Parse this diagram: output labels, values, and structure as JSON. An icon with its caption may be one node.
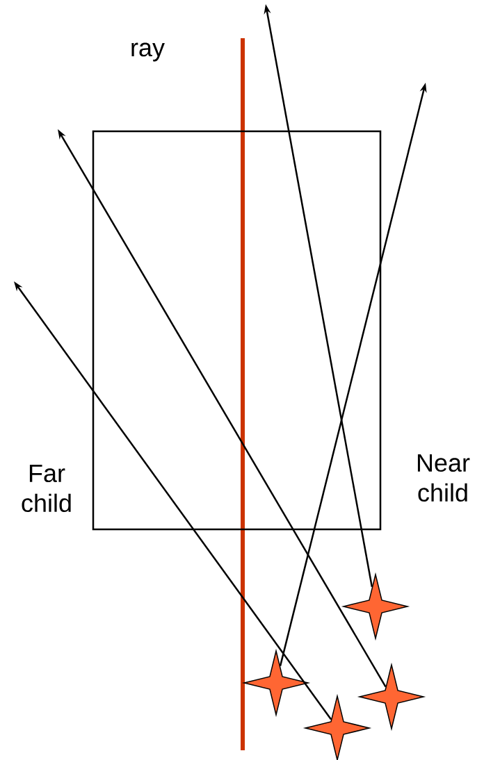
{
  "diagram": {
    "nodes": [
      {
        "text": [],
        "shape": "box"
      },
      {
        "text": [],
        "shape": "star"
      },
      {
        "text": [],
        "shape": "star"
      },
      {
        "text": [],
        "shape": "star"
      },
      {
        "text": [],
        "shape": "star"
      }
    ],
    "edges": [
      {
        "from": 1,
        "to": null,
        "arrow": "to"
      },
      {
        "from": 2,
        "to": null,
        "arrow": "to"
      },
      {
        "from": 3,
        "to": null,
        "arrow": "to"
      },
      {
        "from": 4,
        "to": null,
        "arrow": "to"
      }
    ],
    "labels": [
      "ray",
      "Far child",
      "Near child"
    ]
  }
}
